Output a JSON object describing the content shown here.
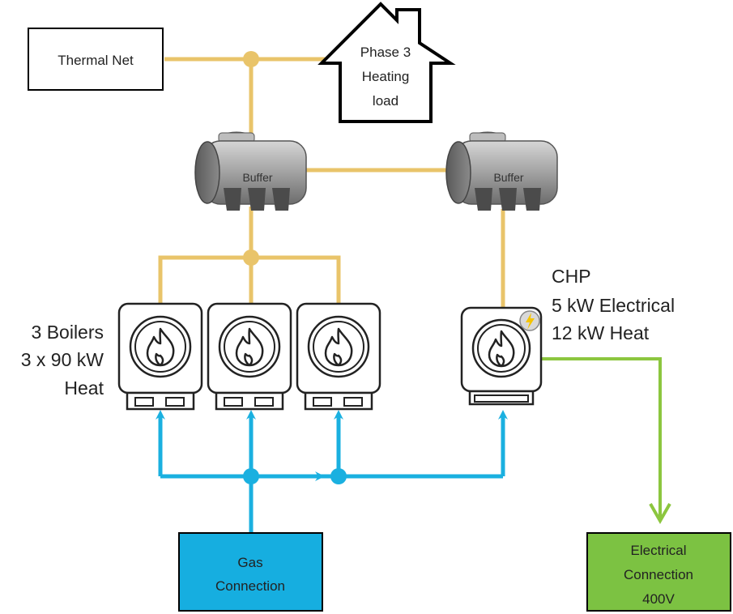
{
  "nodes": {
    "thermal_net": "Thermal Net",
    "heating_load": [
      "Phase 3",
      "Heating",
      "load"
    ],
    "buffer": "Buffer",
    "boilers": [
      "3 Boilers",
      "3 x 90 kW",
      "Heat"
    ],
    "chp": [
      "CHP",
      "5 kW Electrical",
      "12 kW Heat"
    ],
    "gas": [
      "Gas",
      "Connection"
    ],
    "electrical": [
      "Electrical",
      "Connection",
      "400V"
    ]
  },
  "colors": {
    "heat_pipe": "#e9c46a",
    "gas_pipe": "#1ab0e0",
    "electric_line": "#8cc63f",
    "gas_box": "#16aee0",
    "electric_box": "#7cc242",
    "tank_body": "#9a9a9a",
    "outline": "#000000"
  }
}
